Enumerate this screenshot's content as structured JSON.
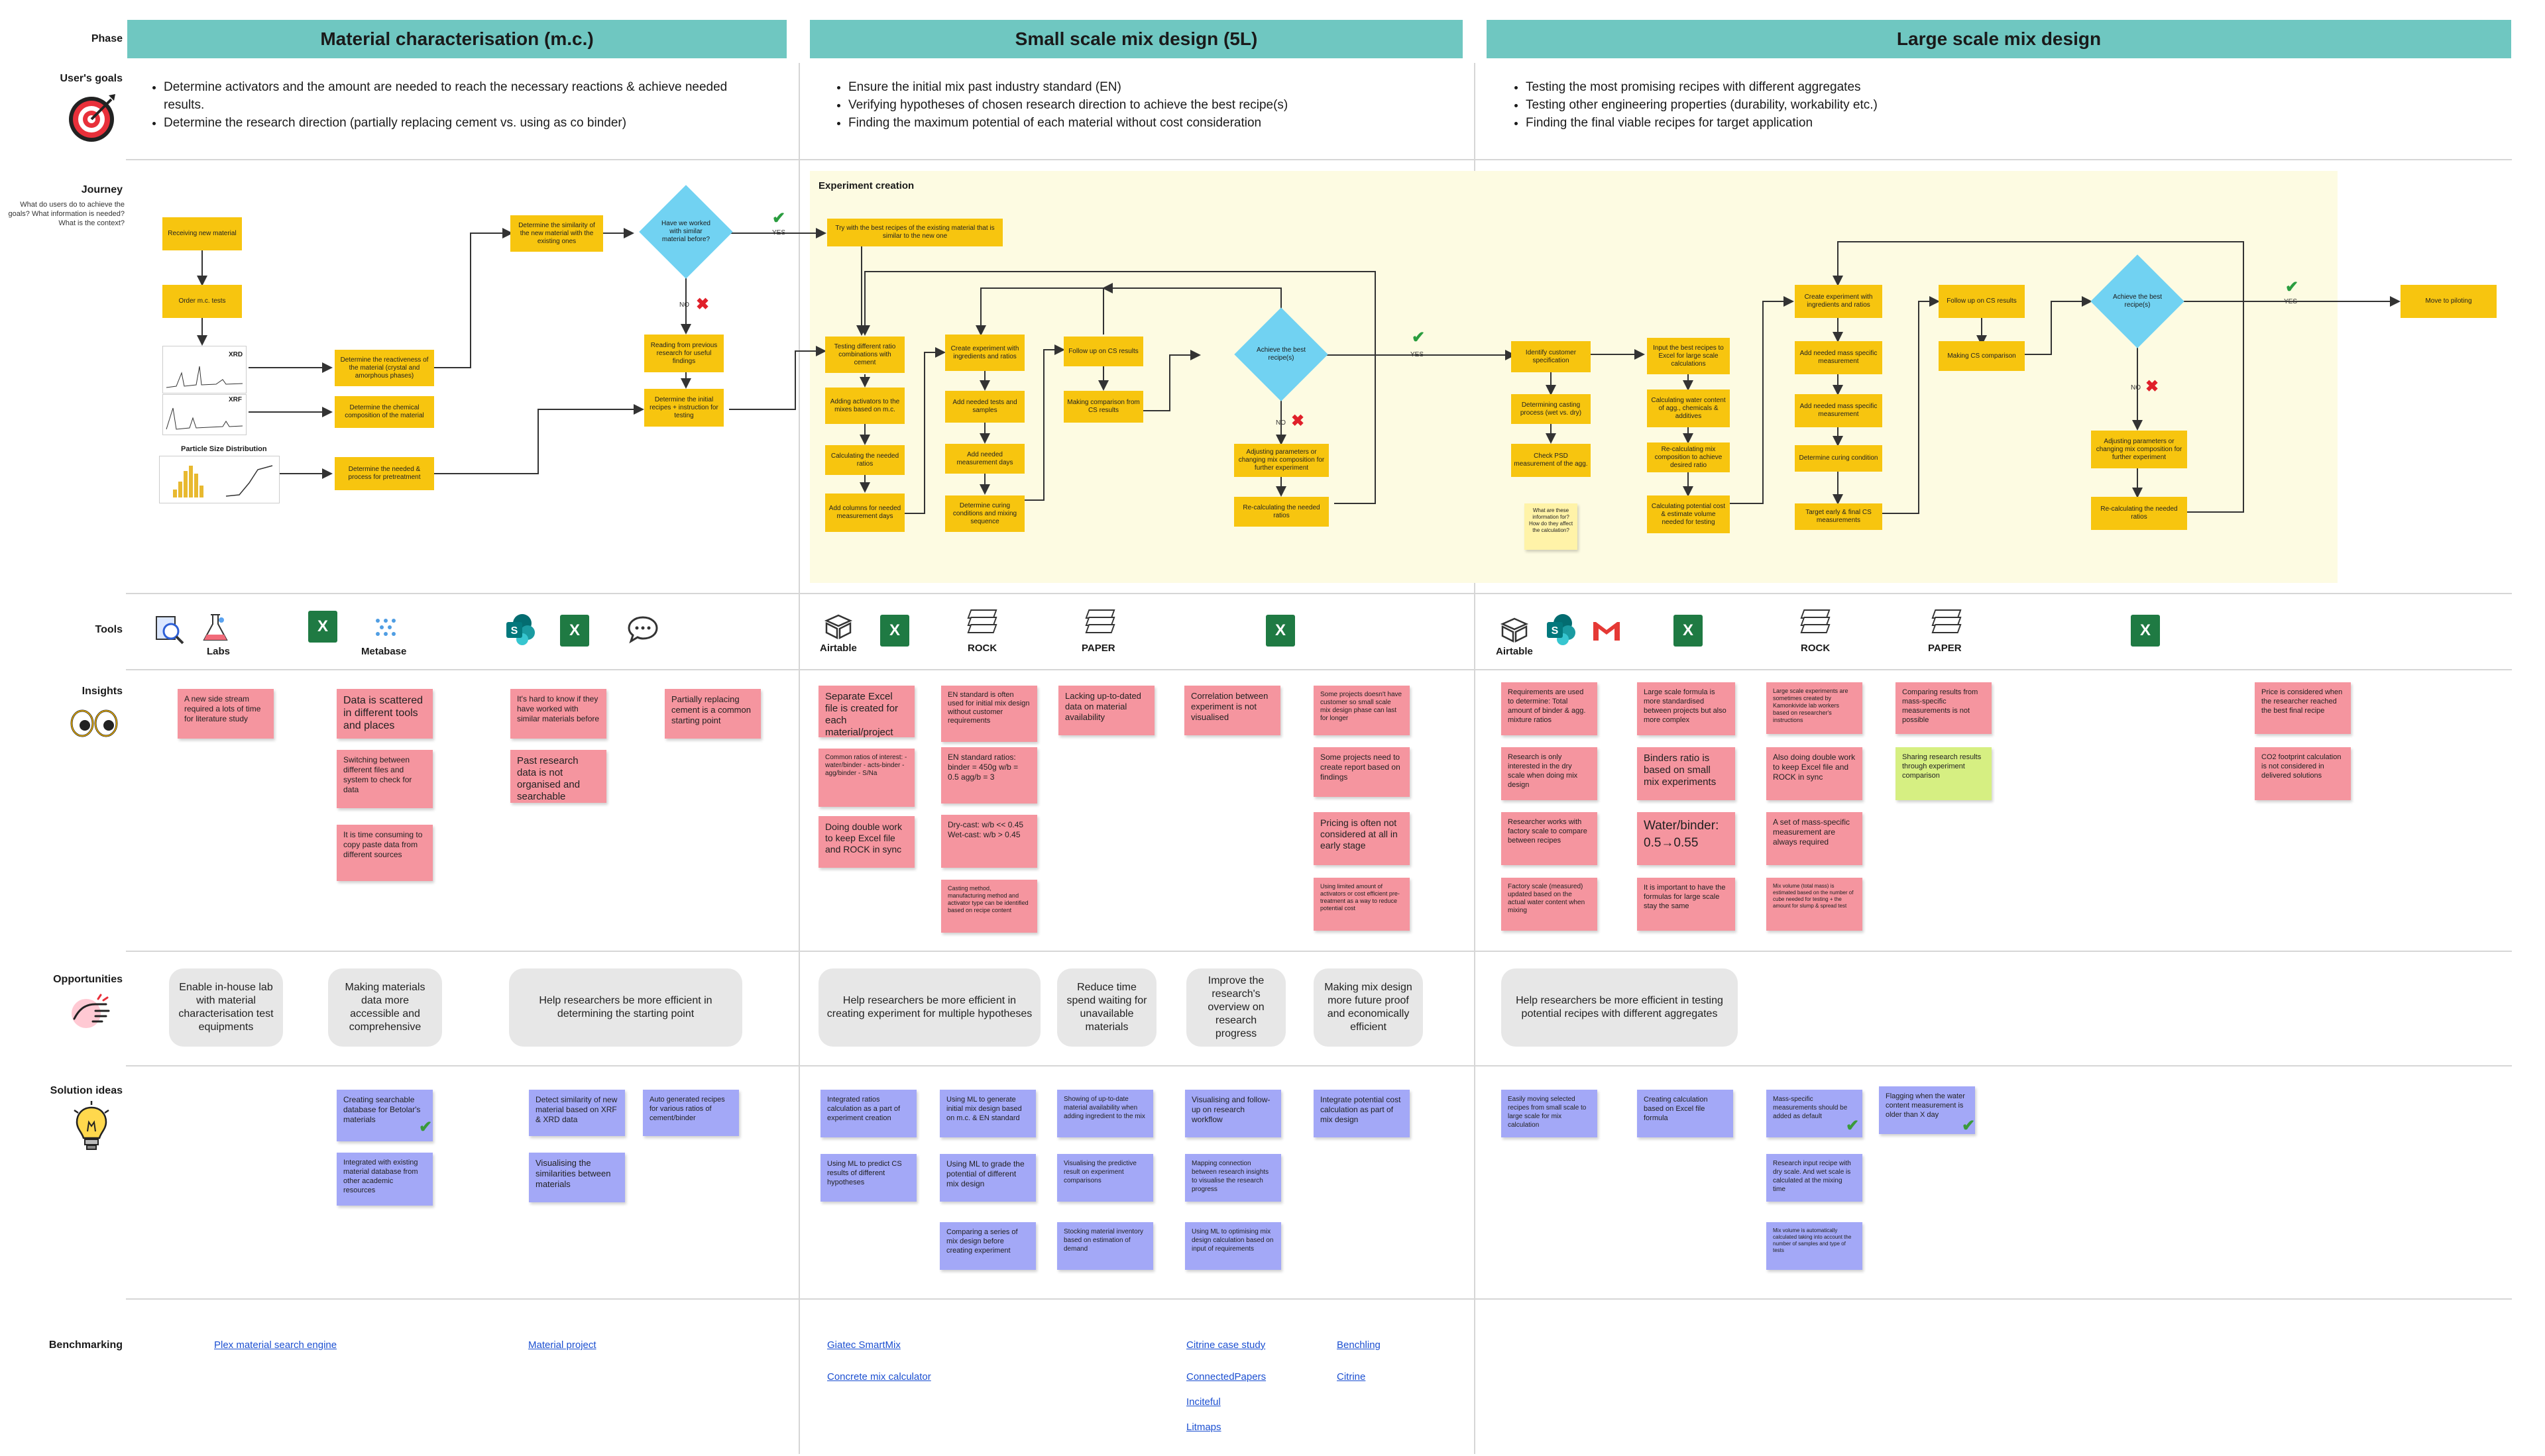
{
  "row_labels": {
    "phase": "Phase",
    "goals": "User's goals",
    "journey": "Journey",
    "journey_sub": "What do users do to achieve the goals? What information is needed? What is the context?",
    "tools": "Tools",
    "insights": "Insights",
    "opportunities": "Opportunities",
    "solutions": "Solution ideas",
    "benchmarking": "Benchmarking"
  },
  "phases": [
    "Material characterisation (m.c.)",
    "Small scale mix design (5L)",
    "Large scale mix design"
  ],
  "goals": {
    "p1": [
      "Determine activators and the amount are needed to reach the necessary reactions & achieve needed results.",
      "Determine the research direction (partially replacing cement vs. using as co binder)"
    ],
    "p2": [
      "Ensure the initial mix past industry standard (EN)",
      "Verifying hypotheses of chosen research direction to achieve the best recipe(s)",
      "Finding the maximum potential of each material without cost consideration"
    ],
    "p3": [
      "Testing the most promising recipes with different aggregates",
      "Testing other engineering properties (durability, workability etc.)",
      "Finding the final viable recipes for target application"
    ]
  },
  "journey": {
    "experiment_creation": "Experiment creation",
    "yes": "YES",
    "no": "NO",
    "img_xrd": "XRD",
    "img_xrf": "XRF",
    "img_psd": "Particle Size Distribution",
    "p1": {
      "receiving": "Receiving new material",
      "order": "Order m.c. tests",
      "reactiveness": "Determine the reactiveness of the material (crystal and amorphous phases)",
      "chemical": "Determine the chemical composition of the material",
      "pretreatment": "Determine the needed & process for pretreatment",
      "similarity": "Determine the similarity of the new material with the existing ones",
      "worked_before": "Have we worked with similar material before?",
      "reading": "Reading from previous research for useful findings",
      "initial_recipes": "Determine the initial recipes + instruction for testing"
    },
    "p2": {
      "try_best": "Try with the best recipes of the existing material that is similar to the new one",
      "testing_ratio": "Testing different ratio combinations with cement",
      "adding_activators": "Adding activators to the mixes based on m.c.",
      "calculating": "Calculating the needed ratios",
      "add_columns": "Add columns for needed measurement days",
      "create_experiment": "Create experiment with ingredients and ratios",
      "add_tests": "Add needed tests and samples",
      "add_measurement": "Add needed measurement days",
      "curing": "Determine curing conditions and mixing sequence",
      "follow_up": "Follow up on CS results",
      "comparison": "Making comparison from CS results",
      "achieve": "Achieve the best recipe(s)",
      "adjusting": "Adjusting parameters or changing mix composition for further experiment",
      "recalculating": "Re-calculating the needed ratios"
    },
    "p3": {
      "identify": "Identify customer specification",
      "casting": "Determining casting process (wet vs. dry)",
      "psd": "Check PSD measurement of the agg.",
      "question": "What are these information for? How do they affect the calculation?",
      "input_best": "Input the best recipes to Excel for large scale calculations",
      "water": "Calculating water content of agg., chemicals & additives",
      "recalc_mix": "Re-calculating mix composition to achieve desired ratio",
      "potential_cost": "Calculating potential cost & estimate volume needed for testing",
      "create_exp": "Create experiment with ingredients and ratios",
      "add_mass_1": "Add needed mass specific measurement",
      "add_mass_2": "Add needed mass specific measurement",
      "curing": "Determine curing condition",
      "target_cs": "Target early & final CS measurements",
      "follow_cs": "Follow up on CS results",
      "cs_comparison": "Making CS comparison",
      "achieve": "Achieve the best recipe(s)",
      "adjusting": "Adjusting parameters or changing mix composition for further experiment",
      "recalc": "Re-calculating the needed ratios",
      "piloting": "Move to piloting"
    }
  },
  "tools": {
    "labs": "Labs",
    "metabase": "Metabase",
    "airtable": "Airtable",
    "rock": "ROCK",
    "paper": "PAPER",
    "airtable2": "Airtable",
    "rock2": "ROCK",
    "paper2": "PAPER",
    "excel": "X"
  },
  "insights": {
    "p1": [
      "A new side stream required a lots of time for literature study",
      "Data is scattered in different tools and places",
      "Switching between different files and system to check for data",
      "It is time consuming to copy paste data from different sources",
      "It's hard to know if they have worked with similar materials before",
      "Past research data is not organised and searchable",
      "Partially replacing cement is a common starting point"
    ],
    "p2": [
      "Separate Excel file is created for each material/project",
      "Common ratios of interest: - water/binder - acts-binder - agg/binder - S/Na",
      "Doing double work to keep Excel file and ROCK in sync",
      "EN standard is often used for initial mix design without customer requirements",
      "EN standard ratios: binder = 450g w/b = 0.5 agg/b = 3",
      "Dry-cast: w/b << 0.45 Wet-cast: w/b > 0.45",
      "Casting method, manufacturing method and activator type can be identified based on recipe content",
      "Lacking up-to-dated data on material availability",
      "Correlation between experiment is not visualised",
      "Some projects doesn't have customer so small scale mix design phase can last for longer",
      "Some projects need to create report based on findings",
      "Pricing is often not considered at all in early stage",
      "Using limited amount of activators or cost efficient pre-treatment as a way to reduce potential cost"
    ],
    "p3": [
      "Requirements are used to determine: Total amount of binder & agg. mixture ratios",
      "Research is only interested in the dry scale when doing mix design",
      "Researcher works with factory scale to compare between recipes",
      "Factory scale (measured) updated based on the actual water content when mixing",
      "Large scale formula is more standardised between projects but also more complex",
      "Binders ratio is based on small mix experiments",
      "Water/binder: 0.5→0.55",
      "It is important to have the formulas for large scale stay the same",
      "Large scale experiments are sometimes created by Kamonkivide lab workers based on researcher's instructions",
      "Also doing double work to keep Excel file and ROCK in sync",
      "A set of mass-specific measurement are always required",
      "Mix volume (total mass) is estimated based on the number of cube needed for testing + the amount for slump & spread test",
      "Comparing results from mass-specific measurements is not possible",
      "Sharing research results through experiment comparison",
      "Price is considered when the researcher reached the best final recipe",
      "CO2 footprint calculation is not considered in delivered solutions"
    ]
  },
  "opportunities": [
    "Enable in-house lab with material characterisation test equipments",
    "Making materials data more accessible and comprehensive",
    "Help researchers be more efficient in determining the starting point",
    "Help researchers be more efficient in creating experiment for multiple hypotheses",
    "Reduce time spend waiting for unavailable materials",
    "Improve the research's overview on research progress",
    "Making mix design more future proof and economically efficient",
    "Help researchers be more efficient in testing potential recipes with different aggregates"
  ],
  "solutions": [
    "Creating searchable database for Betolar's materials",
    "Integrated with existing material database from other academic resources",
    "Detect similarity of new material based on XRF & XRD data",
    "Visualising the similarities between materials",
    "Auto generated recipes for various ratios of cement/binder",
    "Integrated ratios calculation as a part of experiment creation",
    "Using ML to predict CS results of different hypotheses",
    "Using ML to generate initial mix design based on m.c. & EN standard",
    "Using ML to grade the potential of different mix design",
    "Comparing a series of mix design before creating experiment",
    "Showing of up-to-date material availability when adding ingredient to the mix",
    "Visualising the predictive result on experiment comparisons",
    "Stocking material inventory based on estimation of demand",
    "Visualising and follow-up on research workflow",
    "Mapping connection between research insights to visualise the research progress",
    "Using ML to optimising mix design calculation based on input of requirements",
    "Integrate potential cost calculation as part of mix design",
    "Easily moving selected recipes from small scale to large scale for mix calculation",
    "Creating calculation based on Excel file formula",
    "Mass-specific measurements should be added as default",
    "Research input recipe with dry scale. And wet scale is calculated at the mixing time",
    "Mix volume is automatically calculated taking into account the number of samples and type of tests",
    "Flagging when the water content measurement is older than X day"
  ],
  "benchmarking": [
    "Plex material search engine",
    "Material project",
    "Giatec SmartMix",
    "Concrete mix calculator",
    "Citrine case study",
    "ConnectedPapers",
    "Inciteful",
    "Litmaps",
    "Benchling",
    "Citrine"
  ],
  "colors": {
    "phase": "#6fc7c1",
    "flow_box": "#f7c50f",
    "decision": "#71d2f2",
    "insight": "#f5959f",
    "solution": "#a3a8f7",
    "opportunity": "#e7e7e7",
    "experiment_zone": "#fdfbe2"
  },
  "icons": [
    "target-icon",
    "eyes-icon",
    "lightbulb-icon",
    "hand-icon",
    "check-icon",
    "x-icon"
  ]
}
